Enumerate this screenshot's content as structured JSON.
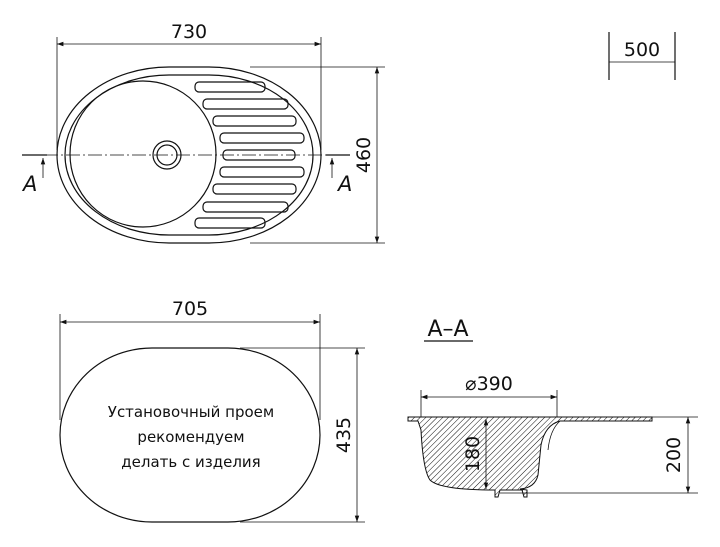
{
  "top_view": {
    "width_label": "730",
    "depth_label": "460",
    "section_mark_left": "A",
    "section_mark_right": "A"
  },
  "cabinet": {
    "label": "500"
  },
  "cutout_view": {
    "width_label": "705",
    "depth_label": "435",
    "note_lines": [
      "Установочный проем",
      "рекомендуем",
      "делать с изделия"
    ]
  },
  "section_view": {
    "title": "A–A",
    "bowl_diameter_label": "⌀390",
    "bowl_depth_label": "180",
    "total_depth_label": "200"
  },
  "colors": {
    "line": "#111111",
    "background": "#ffffff"
  }
}
